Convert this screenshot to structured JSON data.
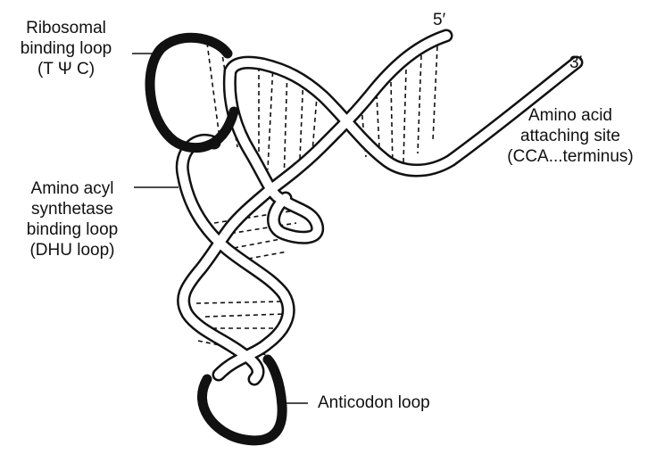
{
  "labels": {
    "ribosomal": [
      "Ribosomal",
      "binding loop",
      "(T Ψ C)"
    ],
    "amino_acyl": [
      "Amino acyl",
      "synthetase",
      "binding loop",
      "(DHU loop)"
    ],
    "amino_acid": [
      "Amino acid",
      "attaching site",
      "(CCA...terminus)"
    ],
    "anticodon": "Anticodon loop",
    "five_prime": "5′",
    "three_prime": "3′"
  },
  "colors": {
    "ink": "#111111",
    "strand_fill": "#ffffff",
    "loop_fill": "#111111"
  }
}
